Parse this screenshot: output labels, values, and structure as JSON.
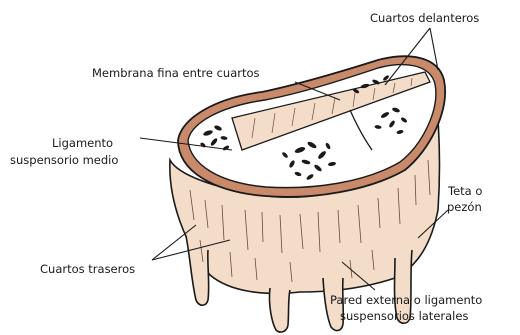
{
  "labels": {
    "front_quarters": "Cuartos delanteros",
    "thin_membrane": "Membrana fina entre cuartos",
    "median_ligament_l1": "Ligamento",
    "median_ligament_l2": "suspensorio medio",
    "teat_l1": "Teta o",
    "teat_l2": "pezón",
    "rear_quarters": "Cuartos traseros",
    "outer_wall_l1": "Pared externa o ligamento",
    "outer_wall_l2": "suspensorios laterales"
  },
  "colors": {
    "skin": "#f3dcc8",
    "rim": "#c98a6c",
    "line": "#1a1a1a",
    "tissue": "#ffffff"
  }
}
